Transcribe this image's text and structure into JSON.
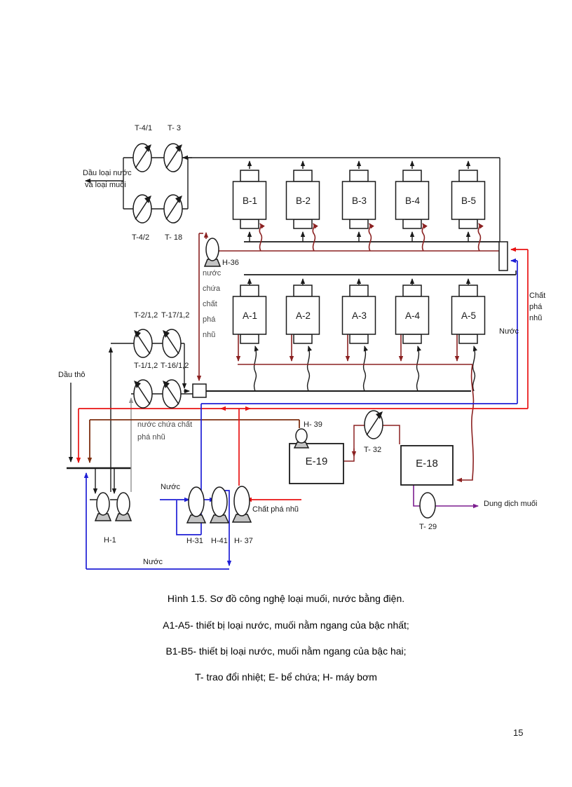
{
  "page": {
    "number": "15"
  },
  "caption": {
    "line1": "Hình 1.5. Sơ đồ công nghệ loại muối, nước bằng điện.",
    "line2": "A1-A5- thiết bị loại nước, muối nằm ngang của bậc nhất;",
    "line3": "B1-B5- thiết bị loại nước, muối nằm ngang của bậc hai;",
    "line4": "T- trao đổi nhiệt; E- bể chứa; H- máy bơm"
  },
  "labels": {
    "t41": "T-4/1",
    "t3": "T- 3",
    "t42": "T-4/2",
    "t18": "T- 18",
    "out_line1": "Dầu loại nước",
    "out_line2": "và loại muối",
    "vessels_b": [
      "B-1",
      "B-2",
      "B-3",
      "B-4",
      "B-5"
    ],
    "vessels_a": [
      "A-1",
      "A-2",
      "A-3",
      "A-4",
      "A-5"
    ],
    "h36": "H-36",
    "demulsifier_water_vertical": [
      "nước",
      "chứa",
      "chất",
      "phá",
      "nhũ"
    ],
    "t212": "T-2/1,2",
    "t1712": "T-17/1,2",
    "t112": "T-1/1,2",
    "t1612": "T-16/1,2",
    "crude": "Dầu thô",
    "ncc_line1": "nước chứa chất",
    "ncc_line2": "phá  nhũ",
    "water_feed": "Nước",
    "h39": "H- 39",
    "e19": "E-19",
    "t32": "T- 32",
    "e18": "E-18",
    "demulsifier_feed": "Chất phá  nhũ",
    "h1": "H-1",
    "h31": "H-31",
    "h41": "H-41",
    "h37": "H- 37",
    "water_bottom": "Nước",
    "t29": "T- 29",
    "salt_solution": "Dung dịch muối",
    "water_right": "Nước",
    "cpn_right": [
      "Chất",
      "phá",
      "nhũ"
    ]
  },
  "colors": {
    "line_black": "#1a1a1a",
    "line_maroon": "#8b2121",
    "line_red": "#e81313",
    "line_blue": "#1f1fd6",
    "line_brown": "#7d2f10",
    "line_purple": "#7c1d8f",
    "line_gray": "#909090",
    "equipment_fill": "#ffffff",
    "pedestal_fill": "#c4c4c4"
  }
}
